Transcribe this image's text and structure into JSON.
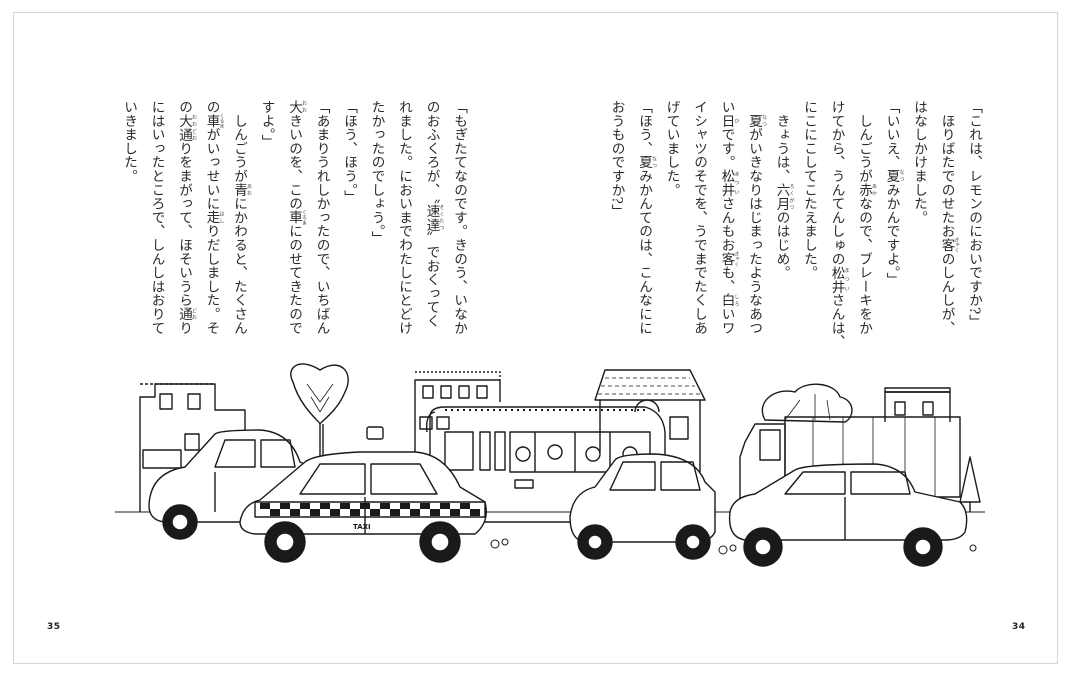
{
  "book": {
    "pages": [
      {
        "number": "34",
        "side": "right",
        "lines": [
          "「これは、レモンのにおいですか?」",
          "　ほりばたでのせたお客のしんしが、",
          "はなしかけました。",
          "「いいえ、夏みかんですよ。」",
          "　しんごうが赤なので、ブレーキをか",
          "けてから、うんてんしゅの松井さんは、",
          "にこにこしてこたえました。",
          "　きょうは、六月のはじめ。",
          "　夏がいきなりはじまったようなあつ",
          "い日です。松井さんもお客も、白いワ",
          "イシャツのそでを、うでまでたくしあ",
          "げていました。",
          "「ほう、夏みかんてのは、こんなにに",
          "おうものですか?」"
        ]
      },
      {
        "number": "35",
        "side": "left",
        "lines": [
          "「もぎたてなのです。きのう、いなか",
          "のおふくろが、〝速達〟でおくってく",
          "れました。においまでわたしにとどけ",
          "たかったのでしょう。」",
          "「ほう、ほう。」",
          "「あまりうれしかったので、いちばん",
          "大きいのを、この車にのせてきたので",
          "すよ。」",
          "　しんごうが青にかわると、たくさん",
          "の車がいっせいに走りだしました。そ",
          "の大通りをまがって、ほそいうら通り",
          "にはいったところで、しんしはおりて",
          "いきました。"
        ]
      }
    ],
    "ruby": {
      "客": "きゃく",
      "夏": "なつ",
      "赤": "あか",
      "松井": "まつい",
      "六月": "ろくがつ",
      "日": "ひ",
      "白": "しろ",
      "速達": "そくたつ",
      "大": "おお",
      "車": "くるま",
      "青": "あお",
      "走": "はし",
      "大通": "おおどお",
      "通": "どお"
    },
    "illustration": {
      "description": "Line drawing of a busy street: taxis, cars, a bus and a truck in front of buildings and trees",
      "taxi_sign": "TAXI"
    }
  }
}
